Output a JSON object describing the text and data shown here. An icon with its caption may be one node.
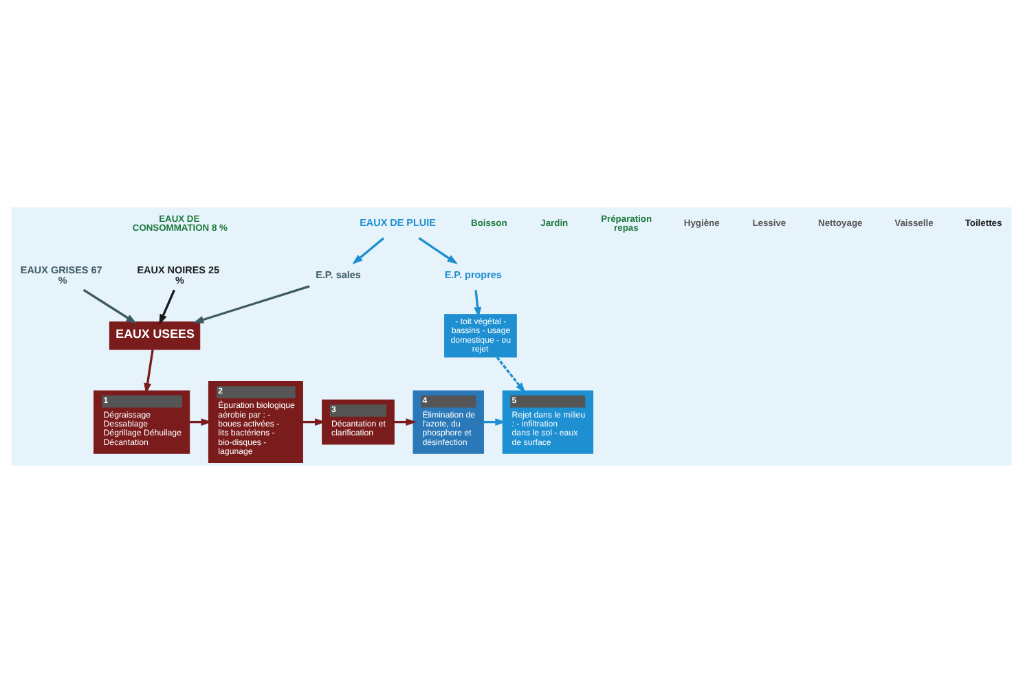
{
  "diagram": {
    "nodes": [
      {
        "text": [
          "EAUX NOIRES 25 %"
        ]
      },
      {
        "text": [
          "EAUX GRISES 67 %"
        ]
      },
      {
        "text": [
          "EAUX DE PLUIE"
        ]
      },
      {
        "text": [
          "E.P. sales"
        ]
      },
      {
        "text": [
          "E.P. propres"
        ]
      },
      {
        "text": [
          "- toit végétal - bassins - usage domestique - ou rejet"
        ]
      },
      {
        "text": [
          "EAUX USEES"
        ]
      },
      {
        "text": [
          "1",
          "Dégraissage Dessablage Dégrillage Déhuilage Décantation"
        ]
      },
      {
        "text": [
          "2",
          "Épuration biologique aérobie par : - boues activées - lits bactériens - bio-disques - lagunage"
        ]
      },
      {
        "text": [
          "3",
          "Décantation et clarification"
        ]
      },
      {
        "text": [
          "4",
          "Élimination de l'azote, du phosphore et désinfection"
        ]
      },
      {
        "text": [
          "5",
          "Rejet dans le milieu : - infiltration dans le sol - eaux de surface"
        ]
      }
    ],
    "edges": [
      {
        "from": 0,
        "to": 6,
        "arrow": "to",
        "color": "#1a1a1a"
      },
      {
        "from": 1,
        "to": 6,
        "arrow": "to",
        "color": "#3d5a63"
      },
      {
        "from": 2,
        "to": 3,
        "arrow": "to"
      },
      {
        "from": 2,
        "to": 4,
        "arrow": "to"
      },
      {
        "from": 3,
        "to": 6,
        "arrow": "to",
        "color": "#3d5a63"
      },
      {
        "from": 4,
        "to": 5,
        "arrow": "to"
      },
      {
        "from": 5,
        "to": 11,
        "arrow": "to",
        "style": "dashed"
      },
      {
        "from": 6,
        "to": 7,
        "arrow": "to",
        "color": "#7a1c1c"
      },
      {
        "from": 7,
        "to": 8,
        "arrow": "to",
        "color": "#7a1c1c"
      },
      {
        "from": 8,
        "to": 9,
        "arrow": "to",
        "color": "#7a1c1c"
      },
      {
        "from": 9,
        "to": 10,
        "arrow": "to",
        "color": "#7a1c1c"
      },
      {
        "from": 10,
        "to": 11,
        "arrow": "to"
      }
    ],
    "labels": [
      "EAUX DE CONSOMMATION 8 %",
      "Boisson",
      "Jardin",
      "Préparation repas",
      "Hygiène",
      "Lessive",
      "Nettoyage",
      "Vaisselle",
      "Toilettes"
    ]
  }
}
